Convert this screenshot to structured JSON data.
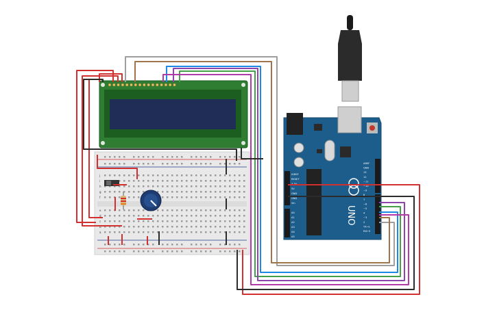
{
  "colors": {
    "red": "#d32f2f",
    "black": "#2b2b2b",
    "gray": "#9e9e9e",
    "brown": "#a0744a",
    "blue": "#1e88e5",
    "green": "#43a047",
    "purple": "#8e44ad",
    "magenta": "#b03aa8",
    "arduino": "#1d5d8c",
    "lcd_board": "#2e7d32",
    "lcd_screen": "#1f2d57",
    "breadboard": "#e6e6e6"
  },
  "arduino": {
    "brand": "UNO",
    "power_labels": [
      "IOREF",
      "RESET",
      "3.3V",
      "5V",
      "GND",
      "GND",
      "Vin"
    ],
    "analog_labels": [
      "A0",
      "A1",
      "A2",
      "A3",
      "A4",
      "A5"
    ],
    "digital_labels": [
      "AREF",
      "GND",
      "13",
      "12",
      "~11",
      "~10",
      "~9",
      "8",
      "7",
      "~6",
      "~5",
      "4",
      "~3",
      "2",
      "TX→1",
      "RX←0"
    ]
  },
  "breadboard": {
    "row_letters": [
      "j",
      "i",
      "h",
      "g",
      "f",
      "e",
      "d",
      "c",
      "b",
      "a"
    ]
  }
}
